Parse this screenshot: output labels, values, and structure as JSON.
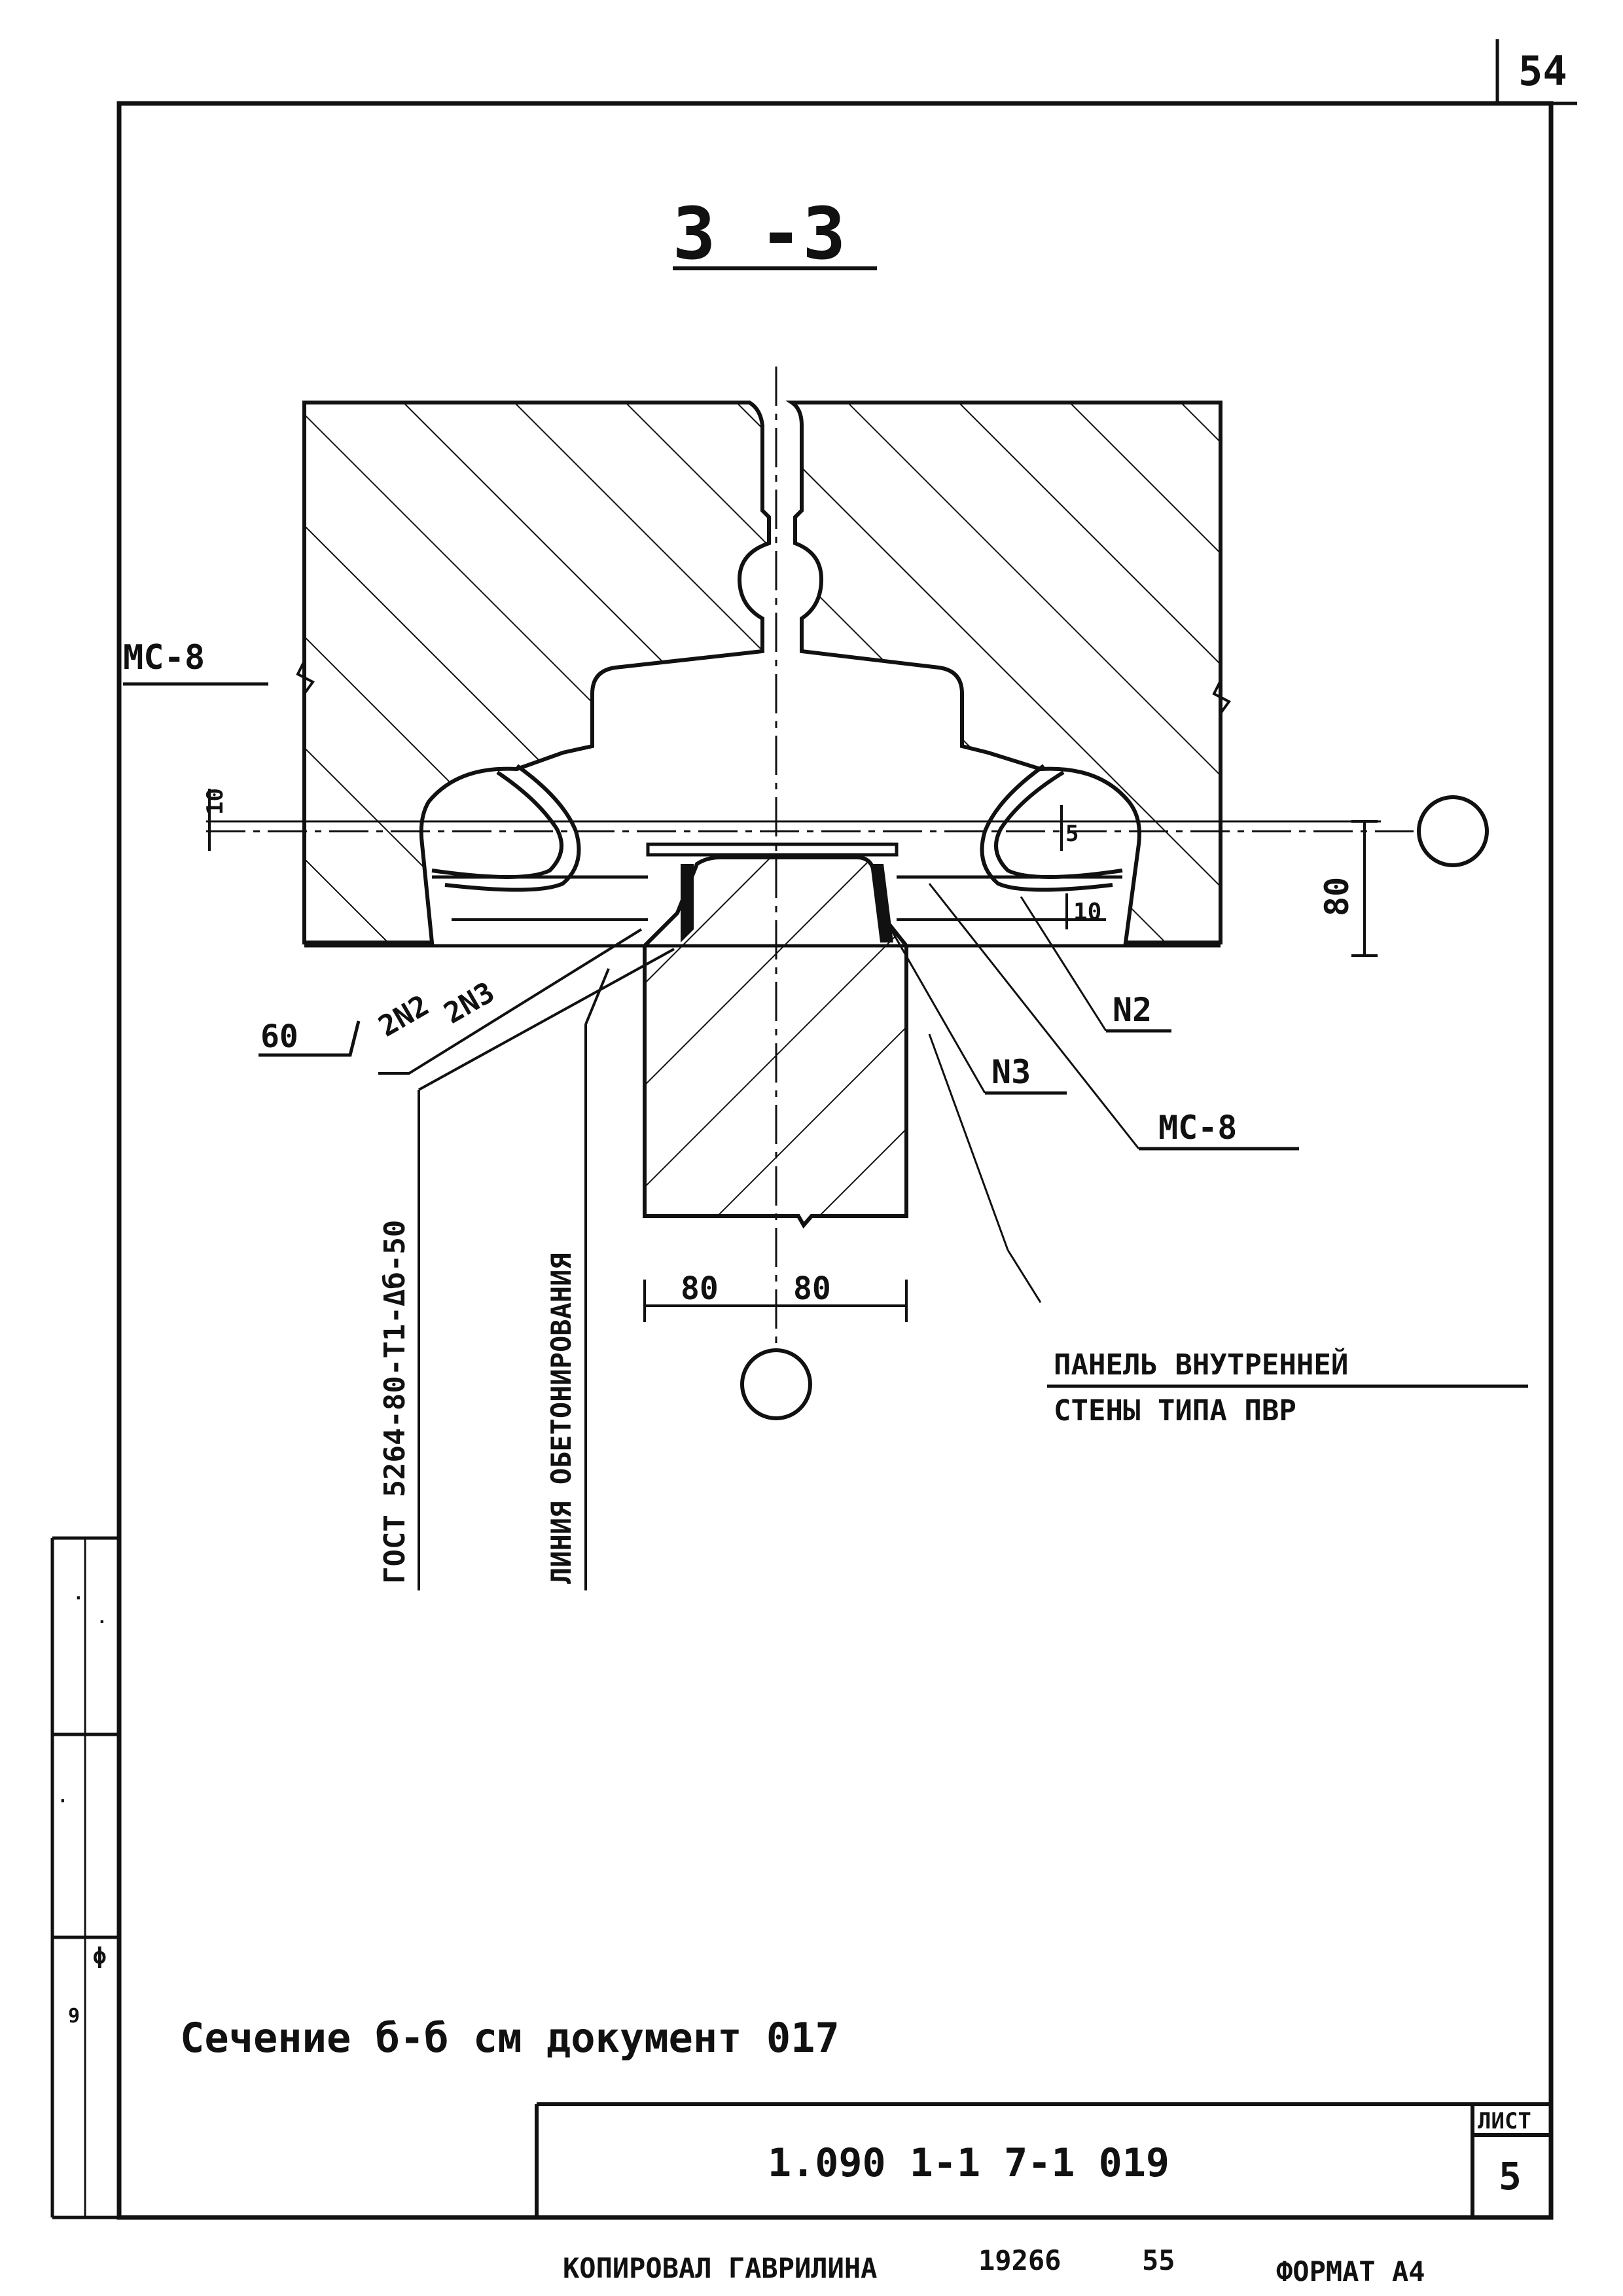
{
  "sheet": {
    "page_number": "54",
    "section_title": "3 -3",
    "note": "Сечение б-б см документ 017",
    "doc_code": "1.090 1-1 7-1 019",
    "sheet_label": "ЛИСТ",
    "sheet_number": "5",
    "footer": {
      "copied_by": "КОПИРОВАЛ ГАВРИЛИНА",
      "order_no": "19266",
      "copy_no": "55",
      "format": "ФОРМАТ А4"
    }
  },
  "labels": {
    "mc8_left": "МС-8",
    "mc8_right": "МС-8",
    "n2": "N2",
    "n3": "N3",
    "two_n2": "2N2",
    "two_n3": "2N3",
    "dim_60": "60",
    "dim_10_left": "10",
    "dim_5": "5",
    "dim_10_right": "10",
    "dim_80_right": "80",
    "dim_80_left": "80",
    "dim_80_mid": "80",
    "gost": "ГОСТ 5264-80-Т1-Δб-50",
    "concrete_line": "ЛИНИЯ ОБЕТОНИРОВАНИЯ",
    "panel_line1": "ПАНЕЛЬ ВНУТРЕННЕЙ",
    "panel_line2": "СТЕНЫ ТИПА ПВР"
  },
  "colors": {
    "ink": "#111111",
    "paper": "#ffffff"
  }
}
